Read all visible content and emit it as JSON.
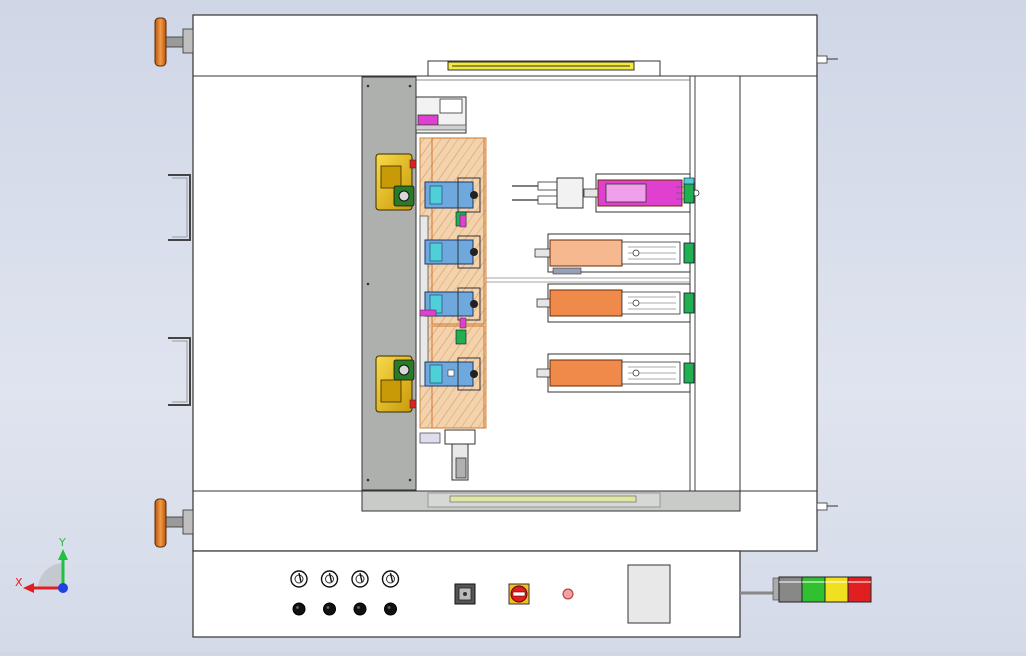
{
  "viewport": {
    "background_top": "#cfd6e6",
    "background_bottom": "#d4dae8"
  },
  "triad": {
    "x_label": "X",
    "y_label": "Y",
    "x_color": "#e02020",
    "y_color": "#20c040",
    "z_color": "#2040e0"
  },
  "colors": {
    "frame_line": "#333333",
    "panel_fill": "#ffffff",
    "plate_gray": "#aeb0ae",
    "cylinder_orange": "#f08a4b",
    "cylinder_orange_light": "#f6b88f",
    "block_blue": "#6fa8dc",
    "block_cyan": "#4fd0d8",
    "clamp_yellow": "#f2c418",
    "magenta": "#e040d0",
    "green": "#20b050",
    "wood": "#e8b884",
    "handwheel_orange": "#e87e2a",
    "sensor_yellow": "#f0e020"
  },
  "control_panel": {
    "selectors_count": 4,
    "push_buttons_count": 4,
    "emergency_stop_colors": [
      "#e02020",
      "#f0c020"
    ],
    "indicator_color": "#f4a0a0"
  },
  "signal_tower": {
    "segments": [
      "#888888",
      "#30c030",
      "#f0e020",
      "#e02020"
    ]
  },
  "cylinders": [
    {
      "id": "cylinder-1",
      "color": "#f08a4b"
    },
    {
      "id": "cylinder-2",
      "color": "#f08a4b"
    },
    {
      "id": "cylinder-3",
      "color": "#f08a4b"
    },
    {
      "id": "cylinder-4",
      "color": "#e040d0"
    }
  ]
}
